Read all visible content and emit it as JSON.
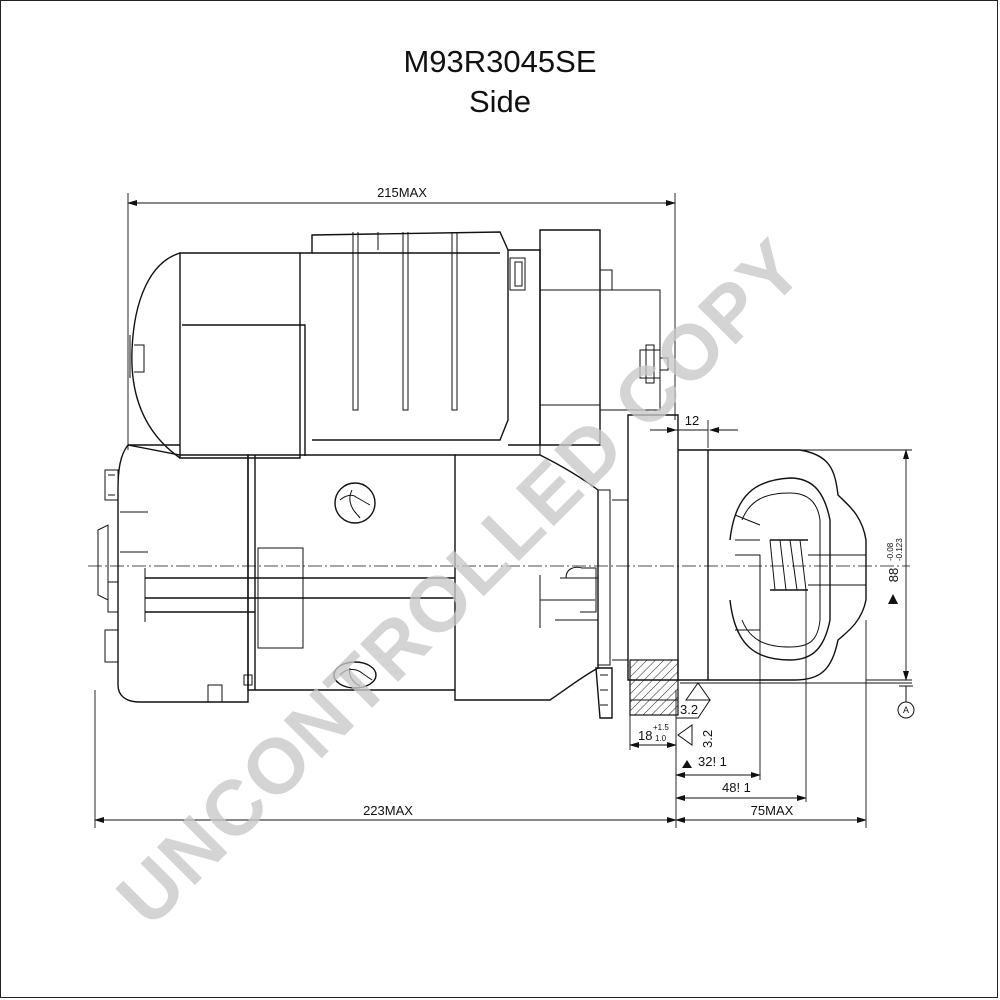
{
  "title": {
    "part_number": "M93R3045SE",
    "view": "Side"
  },
  "watermark": "UNCONTROLLED COPY",
  "dimensions": {
    "overall_top": "215MAX",
    "overall_bottom": "223MAX",
    "front_max": "75MAX",
    "flange_thickness": "12",
    "pilot_diameter": "88",
    "pilot_tol_upper": "-0.08",
    "pilot_tol_lower": "-0.123",
    "flange_to_pinion": "32! 1",
    "flange_to_pinion_end": "48! 1",
    "boss": "18",
    "boss_tol_upper": "+1.5",
    "boss_tol_lower": "1.0",
    "roughness_1": "3.2",
    "roughness_2": "3.2",
    "datum": "A"
  }
}
